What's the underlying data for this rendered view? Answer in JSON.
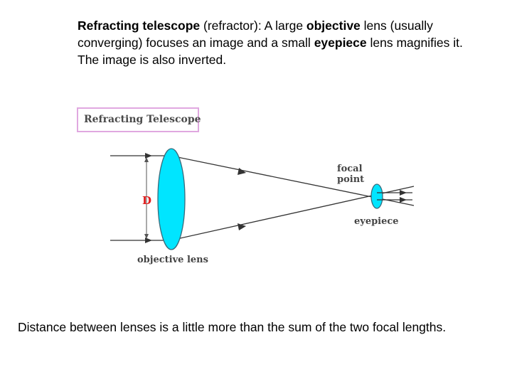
{
  "intro": {
    "term": "Refracting telescope",
    "part1": " (refractor): A large ",
    "objective_word": "objective",
    "part2": " lens (usually converging) focuses an image and a small ",
    "eyepiece_word": "eyepiece",
    "part3": " lens magnifies it.  The image is also inverted."
  },
  "diagram": {
    "title": "Refracting Telescope",
    "focal_point_line1": "focal",
    "focal_point_line2": "point",
    "eyepiece_label": "eyepiece",
    "objective_label": "objective lens",
    "aperture_label": "D",
    "colors": {
      "lens_fill": "#00e5ff",
      "ray": "#333333",
      "aperture_label": "#e02020",
      "title_border": "#e0a8e0"
    }
  },
  "footer": {
    "text": "Distance between lenses is a little more than the sum of the two focal lengths."
  }
}
